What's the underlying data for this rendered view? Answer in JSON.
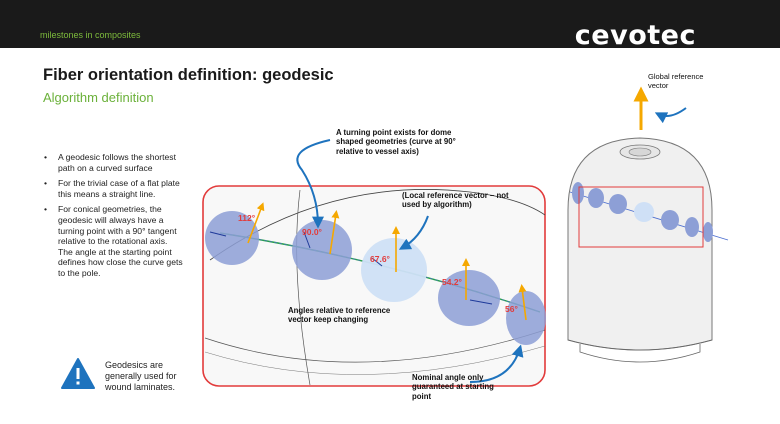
{
  "header": {
    "tagline": "milestones in composites",
    "logo": "cevotec"
  },
  "title": "Fiber orientation definition: geodesic",
  "subtitle": "Algorithm definition",
  "bullets": [
    "A geodesic follows the shortest path on a curved surface",
    "For the trivial case of a flat plate this means a straight line.",
    "For conical geometries, the geodesic will always have a turning point with a 90° tangent relative to the rotational axis.\nThe angle at the starting point defines how close the curve gets to the pole."
  ],
  "warning_note": "Geodesics are generally used for wound laminates.",
  "annotations": {
    "turning_point": "A turning point exists for dome shaped geometries (curve at 90° relative to vessel axis)",
    "local_reference": "(Local reference vector – not used by algorithm)",
    "angles_changing": "Angles relative to reference vector keep changing",
    "nominal_angle": "Nominal angle only guaranteed at starting point",
    "global_reference": "Global reference vector"
  },
  "angles": [
    "112°",
    "90.0°",
    "67.6°",
    "54.2°",
    "56°"
  ],
  "colors": {
    "header_bg": "#1a1a1a",
    "accent_green": "#6bb13a",
    "frame_red": "#e23b3b",
    "arrow_orange": "#f5a800",
    "callout_blue": "#1e73be",
    "disc_blue": "#8d9fd6",
    "disc_light": "#cfe0f6"
  },
  "icons": [
    "warning-triangle-icon"
  ]
}
